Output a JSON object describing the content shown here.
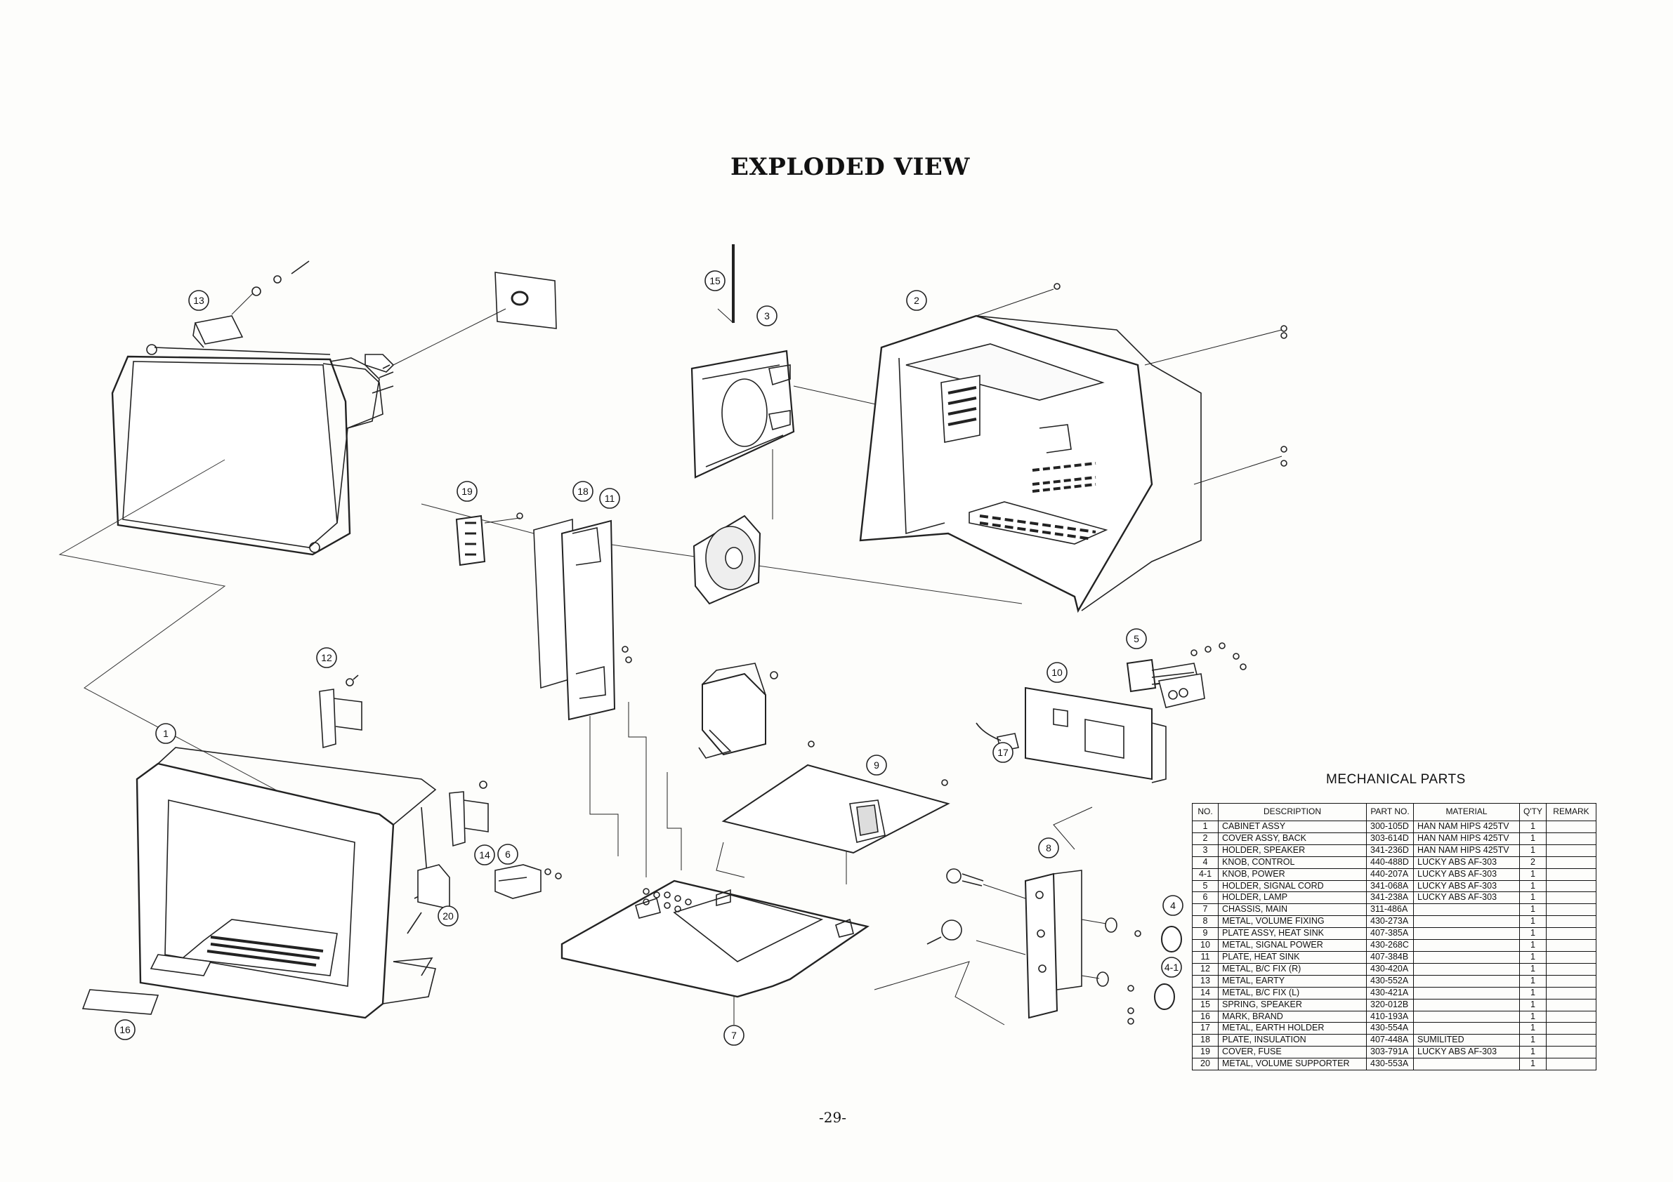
{
  "title": "EXPLODED VIEW",
  "callouts": [
    "13",
    "15",
    "3",
    "2",
    "19",
    "18",
    "11",
    "12",
    "5",
    "10",
    "1",
    "17",
    "9",
    "8",
    "4",
    "4-1",
    "14",
    "6",
    "20",
    "16",
    "7"
  ],
  "parts_table": {
    "title": "MECHANICAL PARTS",
    "headers": [
      "NO.",
      "DESCRIPTION",
      "PART NO.",
      "MATERIAL",
      "Q'TY",
      "REMARK"
    ],
    "rows": [
      {
        "no": "1",
        "description": "CABINET ASSY",
        "part_no": "300-105D",
        "material": "HAN NAM HIPS 425TV",
        "qty": "1",
        "remark": ""
      },
      {
        "no": "2",
        "description": "COVER ASSY, BACK",
        "part_no": "303-614D",
        "material": "HAN NAM HIPS 425TV",
        "qty": "1",
        "remark": ""
      },
      {
        "no": "3",
        "description": "HOLDER, SPEAKER",
        "part_no": "341-236D",
        "material": "HAN NAM HIPS 425TV",
        "qty": "1",
        "remark": ""
      },
      {
        "no": "4",
        "description": "KNOB, CONTROL",
        "part_no": "440-488D",
        "material": "LUCKY ABS AF-303",
        "qty": "2",
        "remark": ""
      },
      {
        "no": "4-1",
        "description": "KNOB, POWER",
        "part_no": "440-207A",
        "material": "LUCKY ABS AF-303",
        "qty": "1",
        "remark": ""
      },
      {
        "no": "5",
        "description": "HOLDER, SIGNAL CORD",
        "part_no": "341-068A",
        "material": "LUCKY ABS AF-303",
        "qty": "1",
        "remark": ""
      },
      {
        "no": "6",
        "description": "HOLDER, LAMP",
        "part_no": "341-238A",
        "material": "LUCKY ABS AF-303",
        "qty": "1",
        "remark": ""
      },
      {
        "no": "7",
        "description": "CHASSIS, MAIN",
        "part_no": "311-486A",
        "material": "",
        "qty": "1",
        "remark": ""
      },
      {
        "no": "8",
        "description": "METAL, VOLUME FIXING",
        "part_no": "430-273A",
        "material": "",
        "qty": "1",
        "remark": ""
      },
      {
        "no": "9",
        "description": "PLATE ASSY, HEAT SINK",
        "part_no": "407-385A",
        "material": "",
        "qty": "1",
        "remark": ""
      },
      {
        "no": "10",
        "description": "METAL, SIGNAL POWER",
        "part_no": "430-268C",
        "material": "",
        "qty": "1",
        "remark": ""
      },
      {
        "no": "11",
        "description": "PLATE, HEAT SINK",
        "part_no": "407-384B",
        "material": "",
        "qty": "1",
        "remark": ""
      },
      {
        "no": "12",
        "description": "METAL, B/C FIX (R)",
        "part_no": "430-420A",
        "material": "",
        "qty": "1",
        "remark": ""
      },
      {
        "no": "13",
        "description": "METAL, EARTY",
        "part_no": "430-552A",
        "material": "",
        "qty": "1",
        "remark": ""
      },
      {
        "no": "14",
        "description": "METAL, B/C FIX (L)",
        "part_no": "430-421A",
        "material": "",
        "qty": "1",
        "remark": ""
      },
      {
        "no": "15",
        "description": "SPRING, SPEAKER",
        "part_no": "320-012B",
        "material": "",
        "qty": "1",
        "remark": ""
      },
      {
        "no": "16",
        "description": "MARK, BRAND",
        "part_no": "410-193A",
        "material": "",
        "qty": "1",
        "remark": ""
      },
      {
        "no": "17",
        "description": "METAL, EARTH HOLDER",
        "part_no": "430-554A",
        "material": "",
        "qty": "1",
        "remark": ""
      },
      {
        "no": "18",
        "description": "PLATE, INSULATION",
        "part_no": "407-448A",
        "material": "SUMILITED",
        "qty": "1",
        "remark": ""
      },
      {
        "no": "19",
        "description": "COVER, FUSE",
        "part_no": "303-791A",
        "material": "LUCKY ABS AF-303",
        "qty": "1",
        "remark": ""
      },
      {
        "no": "20",
        "description": "METAL, VOLUME SUPPORTER",
        "part_no": "430-553A",
        "material": "",
        "qty": "1",
        "remark": ""
      }
    ]
  },
  "page_number": "-29-"
}
